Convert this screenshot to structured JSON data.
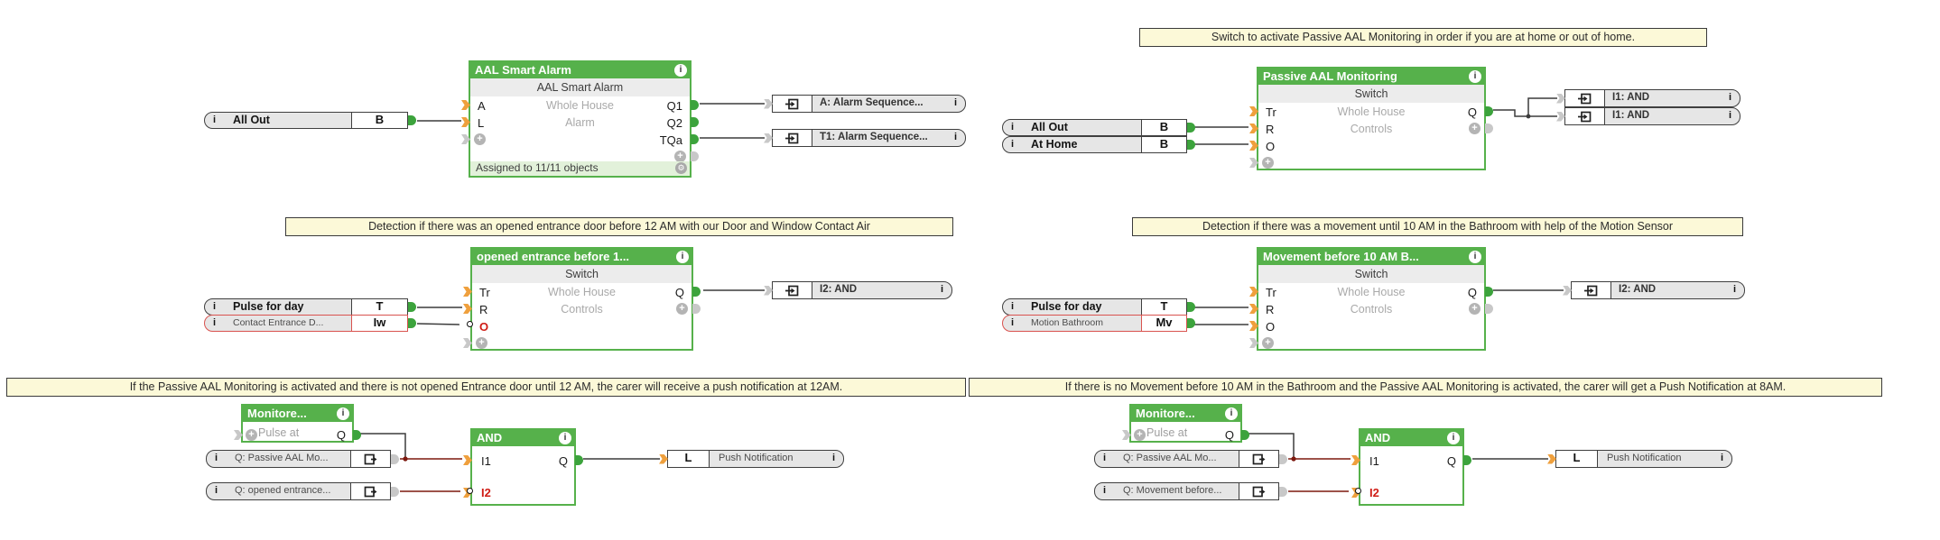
{
  "comments": {
    "passive_switch": "Switch to activate Passive AAL Monitoring in order if you are at home or out of home.",
    "entrance_detection": "Detection if there was an opened entrance door before 12 AM with our Door and Window Contact Air",
    "movement_detection": "Detection if there was a movement until 10 AM in the Bathroom with help of the Motion Sensor",
    "push_12am": "If the Passive AAL Monitoring is activated and there is not opened Entrance door until 12 AM, the carer will receive a push notification at 12AM.",
    "push_8am": "If there is no Movement before 10 AM in the Bathroom and the Passive AAL Monitoring is activated, the carer will get a Push Notification at 8AM."
  },
  "blocks": {
    "alarm": {
      "title": "AAL Smart Alarm",
      "subtitle": "AAL Smart Alarm",
      "room": "Whole House",
      "category": "Alarm",
      "in_a": "A",
      "in_l": "L",
      "out_q1": "Q1",
      "out_q2": "Q2",
      "out_tqa": "TQa",
      "footer": "Assigned to 11/11 objects"
    },
    "passive": {
      "title": "Passive AAL Monitoring",
      "subtitle": "Switch",
      "room": "Whole House",
      "category": "Controls",
      "in_tr": "Tr",
      "in_r": "R",
      "in_o": "O",
      "out_q": "Q"
    },
    "entrance": {
      "title": "opened entrance before 1...",
      "subtitle": "Switch",
      "room": "Whole House",
      "category": "Controls",
      "in_tr": "Tr",
      "in_r": "R",
      "in_o": "O",
      "out_q": "Q"
    },
    "movement": {
      "title": "Movement before 10 AM B...",
      "subtitle": "Switch",
      "room": "Whole House",
      "category": "Controls",
      "in_tr": "Tr",
      "in_r": "R",
      "in_o": "O",
      "out_q": "Q"
    },
    "monitor_left": {
      "title": "Monitore...",
      "label": "Pulse at",
      "out_q": "Q"
    },
    "monitor_right": {
      "title": "Monitore...",
      "label": "Pulse at",
      "out_q": "Q"
    },
    "and_left": {
      "title": "AND",
      "in_i1": "I1",
      "in_i2": "I2",
      "out_q": "Q"
    },
    "and_right": {
      "title": "AND",
      "in_i1": "I1",
      "in_i2": "I2",
      "out_q": "Q"
    }
  },
  "io": {
    "tl_all_out": {
      "label": "All Out",
      "port": "B"
    },
    "tr_all_out": {
      "label": "All Out",
      "port": "B"
    },
    "tr_at_home": {
      "label": "At Home",
      "port": "B"
    },
    "ml_pulse": {
      "label": "Pulse for day",
      "port": "T"
    },
    "ml_contact": {
      "label": "Contact Entrance D...",
      "port": "Iw"
    },
    "mr_pulse": {
      "label": "Pulse for day",
      "port": "T"
    },
    "mr_motion": {
      "label": "Motion Bathroom",
      "port": "Mv"
    },
    "tl_ref_a": {
      "label": "A: Alarm Sequence..."
    },
    "tl_ref_t1": {
      "label": "T1: Alarm Sequence..."
    },
    "tr_ref_i1_top": {
      "label": "I1: AND"
    },
    "tr_ref_i1_bottom": {
      "label": "I1: AND"
    },
    "ml_ref_i2": {
      "label": "I2: AND"
    },
    "mr_ref_i2": {
      "label": "I2: AND"
    },
    "bl_ref_passive": {
      "label": "Q: Passive AAL Mo..."
    },
    "bl_ref_entrance": {
      "label": "Q: opened entrance..."
    },
    "br_ref_passive": {
      "label": "Q: Passive AAL Mo..."
    },
    "br_ref_movement": {
      "label": "Q: Movement before..."
    },
    "bl_push": {
      "port": "L",
      "label": "Push Notification"
    },
    "br_push": {
      "port": "L",
      "label": "Push Notification"
    }
  },
  "icons": {
    "info": "i",
    "plus": "+",
    "gear": "⚙"
  },
  "colors": {
    "block_green": "#56b14b",
    "connector_green": "#3ca33c",
    "connector_orange": "#efa03d",
    "connector_gray": "#c8c8c8",
    "wire_black": "#3c3c3c",
    "wire_red": "#7d190f",
    "alert_red": "#d9534f",
    "comment_bg": "#fcf9d8",
    "comment_border": "#3a3a3a"
  }
}
